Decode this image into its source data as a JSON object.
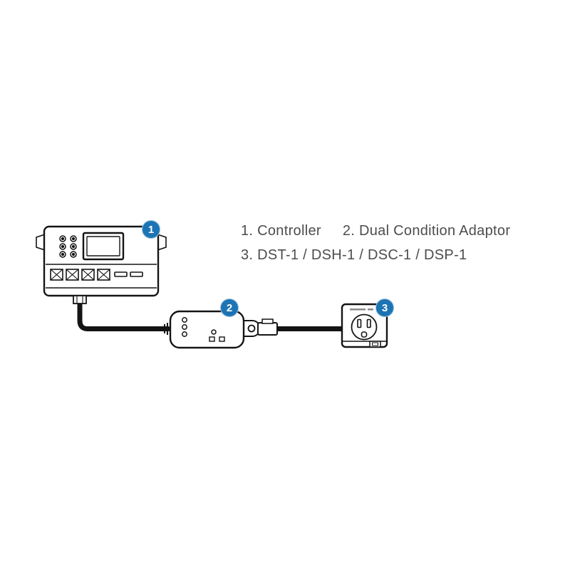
{
  "legend": {
    "item1": "1. Controller",
    "item2": "2. Dual Condition Adaptor",
    "item3": "3. DST-1 / DSH-1 / DSC-1 / DSP-1"
  },
  "badges": {
    "controller": "1",
    "adaptor": "2",
    "plug": "3"
  },
  "colors": {
    "badge_blue": "#1d74b4",
    "line_art": "#141414",
    "legend_text": "#4d4d4d"
  },
  "devices": {
    "controller": "controller",
    "adaptor": "dual-condition-adaptor",
    "plug": "outlet-plug-module"
  }
}
